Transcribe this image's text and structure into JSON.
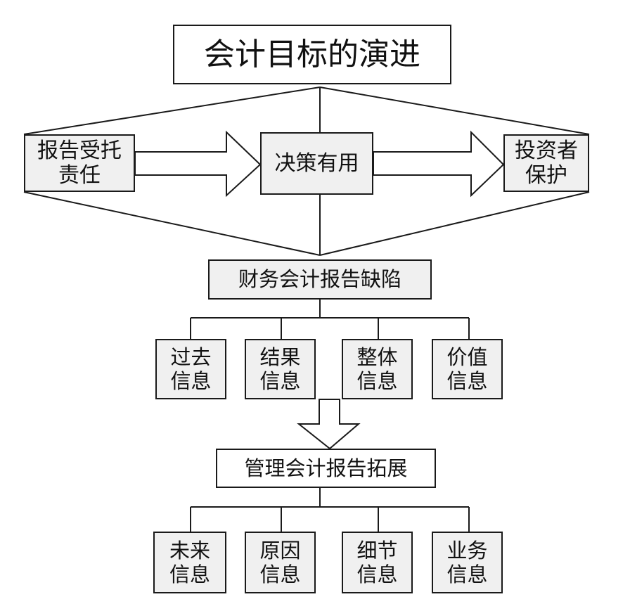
{
  "title": "会计目标的演进",
  "evolution": {
    "stage1": "报告受托\n责任",
    "stage2": "决策有用",
    "stage3": "投资者\n保护"
  },
  "defects": {
    "heading": "财务会计报告缺陷",
    "items": [
      "过去\n信息",
      "结果\n信息",
      "整体\n信息",
      "价值\n信息"
    ]
  },
  "extension": {
    "heading": "管理会计报告拓展",
    "items": [
      "未来\n信息",
      "原因\n信息",
      "细节\n信息",
      "业务\n信息"
    ]
  }
}
